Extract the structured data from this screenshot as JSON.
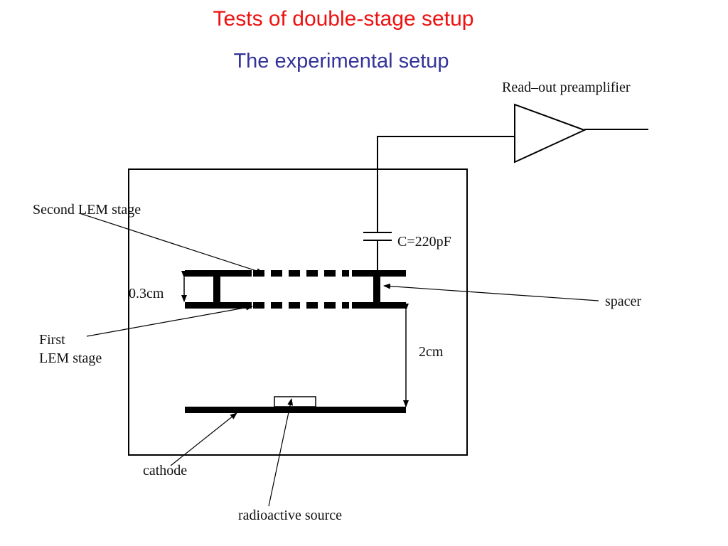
{
  "slide": {
    "title": "Tests of double-stage setup",
    "subtitle": "The experimental setup"
  },
  "colors": {
    "title": "#ee1111",
    "subtitle": "#33339a",
    "line": "#000000"
  },
  "diagram": {
    "labels": {
      "preamp": "Read–out preamplifier",
      "second_lem": "Second LEM stage",
      "capacitor": "C=220pF",
      "gap_small": "0.3cm",
      "spacer": "spacer",
      "first_lem_line1": "First",
      "first_lem_line2": "LEM stage",
      "gap_large": "2cm",
      "cathode": "cathode",
      "source": "radioactive source"
    }
  }
}
